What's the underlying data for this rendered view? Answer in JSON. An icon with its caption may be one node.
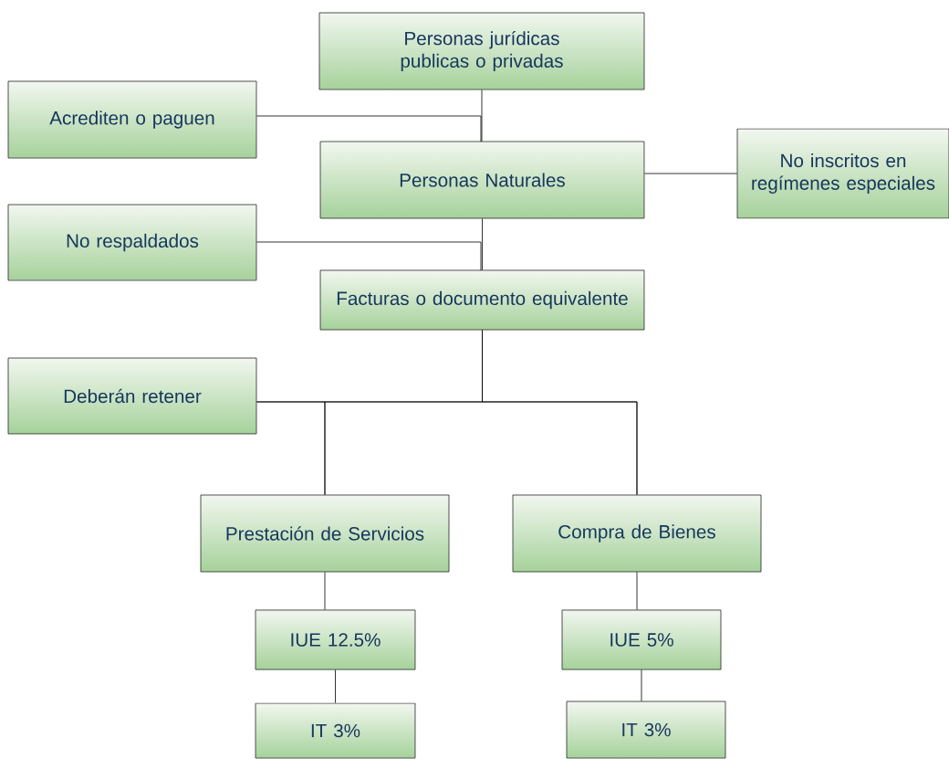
{
  "diagram": {
    "nodes": [
      {
        "text": [
          "Personas jurídicas publicas  o privadas"
        ]
      },
      {
        "text": [
          "Acrediten o paguen"
        ]
      },
      {
        "text": [
          "Personas Naturales"
        ]
      },
      {
        "text": [
          "No inscritos en regímenes especiales"
        ]
      },
      {
        "text": [
          "No respaldados"
        ]
      },
      {
        "text": [
          "Facturas o documento equivalente"
        ]
      },
      {
        "text": [
          "Deberán retener"
        ]
      },
      {
        "text": [
          "Prestación de Servicios"
        ]
      },
      {
        "text": [
          "Compra de Bienes"
        ]
      },
      {
        "text": [
          "IUE 12.5%"
        ]
      },
      {
        "text": [
          "IUE 5%"
        ]
      },
      {
        "text": [
          "IT 3%"
        ]
      },
      {
        "text": [
          "IT 3%"
        ]
      }
    ],
    "edges": [
      {
        "from": 0,
        "to": 2,
        "arrow": "none"
      },
      {
        "from": 1,
        "to": 2,
        "arrow": "none"
      },
      {
        "from": 3,
        "to": 2,
        "arrow": "none"
      },
      {
        "from": 2,
        "to": 5,
        "arrow": "none"
      },
      {
        "from": 4,
        "to": 5,
        "arrow": "none"
      },
      {
        "from": 5,
        "to": 7,
        "arrow": "none"
      },
      {
        "from": 5,
        "to": 8,
        "arrow": "none"
      },
      {
        "from": 6,
        "to": 7,
        "arrow": "none"
      },
      {
        "from": 6,
        "to": 8,
        "arrow": "none"
      },
      {
        "from": 7,
        "to": 9,
        "arrow": "none"
      },
      {
        "from": 9,
        "to": 11,
        "arrow": "none"
      },
      {
        "from": 8,
        "to": 10,
        "arrow": "none"
      },
      {
        "from": 10,
        "to": 12,
        "arrow": "none"
      }
    ]
  }
}
